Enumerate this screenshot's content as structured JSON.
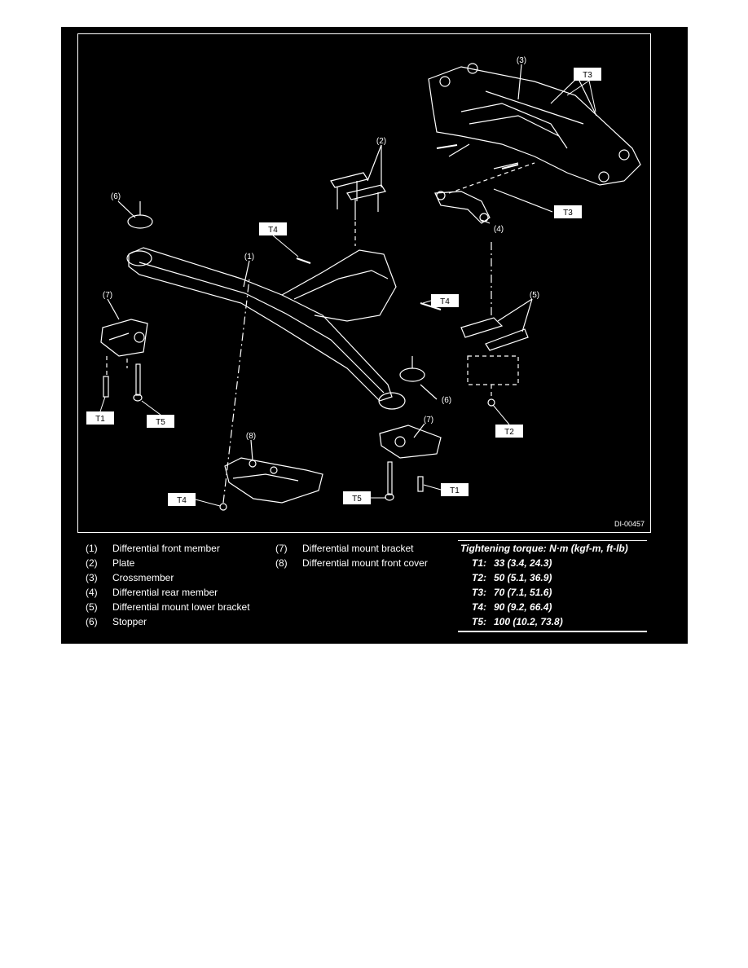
{
  "diagram": {
    "figure_id": "DI-00457",
    "callouts": {
      "c1": "(1)",
      "c2": "(2)",
      "c3": "(3)",
      "c4": "(4)",
      "c5": "(5)",
      "c6a": "(6)",
      "c6b": "(6)",
      "c7a": "(7)",
      "c7b": "(7)",
      "c8": "(8)"
    },
    "torque_boxes": {
      "t1a": "T1",
      "t1b": "T1",
      "t2": "T2",
      "t3a": "T3",
      "t3b": "T3",
      "t4a": "T4",
      "t4b": "T4",
      "t4c": "T4",
      "t5a": "T5",
      "t5b": "T5"
    }
  },
  "legend": {
    "left": [
      {
        "num": "(1)",
        "label": "Differential front member"
      },
      {
        "num": "(2)",
        "label": "Plate"
      },
      {
        "num": "(3)",
        "label": "Crossmember"
      },
      {
        "num": "(4)",
        "label": "Differential rear member"
      },
      {
        "num": "(5)",
        "label": "Differential mount lower bracket"
      },
      {
        "num": "(6)",
        "label": "Stopper"
      }
    ],
    "right": [
      {
        "num": "(7)",
        "label": "Differential mount bracket"
      },
      {
        "num": "(8)",
        "label": "Differential mount front cover"
      }
    ]
  },
  "torque": {
    "title": "Tightening torque: N·m (kgf-m, ft-lb)",
    "rows": [
      {
        "code": "T1:",
        "value": "33 (3.4, 24.3)"
      },
      {
        "code": "T2:",
        "value": "50 (5.1, 36.9)"
      },
      {
        "code": "T3:",
        "value": "70 (7.1, 51.6)"
      },
      {
        "code": "T4:",
        "value": "90 (9.2, 66.4)"
      },
      {
        "code": "T5:",
        "value": "100 (10.2, 73.8)"
      }
    ]
  }
}
